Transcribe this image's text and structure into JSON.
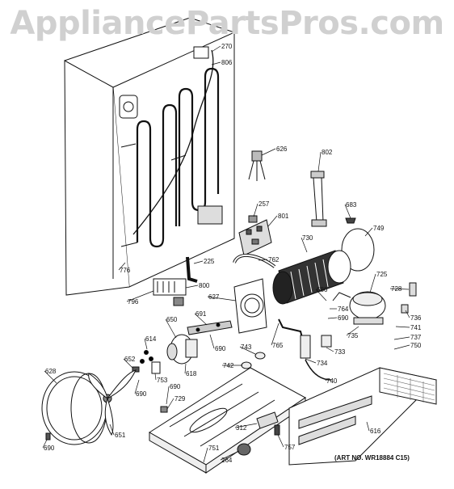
{
  "watermark": "AppliancePartsPros.com",
  "art_number": "(ART NO. WR18884 C15)",
  "callouts": [
    {
      "id": "270",
      "text": "270"
    },
    {
      "id": "806",
      "text": "806"
    },
    {
      "id": "626",
      "text": "626"
    },
    {
      "id": "802",
      "text": "802"
    },
    {
      "id": "257",
      "text": "257"
    },
    {
      "id": "801",
      "text": "801"
    },
    {
      "id": "683",
      "text": "683"
    },
    {
      "id": "749",
      "text": "749"
    },
    {
      "id": "730",
      "text": "730"
    },
    {
      "id": "762",
      "text": "762"
    },
    {
      "id": "225",
      "text": "225"
    },
    {
      "id": "776",
      "text": "776"
    },
    {
      "id": "800",
      "text": "800"
    },
    {
      "id": "796",
      "text": "796"
    },
    {
      "id": "627",
      "text": "627"
    },
    {
      "id": "725",
      "text": "725"
    },
    {
      "id": "728",
      "text": "728"
    },
    {
      "id": "686",
      "text": "686"
    },
    {
      "id": "764",
      "text": "764"
    },
    {
      "id": "690a",
      "text": "690"
    },
    {
      "id": "736",
      "text": "736"
    },
    {
      "id": "741",
      "text": "741"
    },
    {
      "id": "737",
      "text": "737"
    },
    {
      "id": "750",
      "text": "750"
    },
    {
      "id": "735",
      "text": "735"
    },
    {
      "id": "691",
      "text": "691"
    },
    {
      "id": "650",
      "text": "650"
    },
    {
      "id": "614",
      "text": "614"
    },
    {
      "id": "690b",
      "text": "690"
    },
    {
      "id": "765",
      "text": "765"
    },
    {
      "id": "733",
      "text": "733"
    },
    {
      "id": "743",
      "text": "743"
    },
    {
      "id": "742",
      "text": "742"
    },
    {
      "id": "734",
      "text": "734"
    },
    {
      "id": "740",
      "text": "740"
    },
    {
      "id": "652",
      "text": "652"
    },
    {
      "id": "618",
      "text": "618"
    },
    {
      "id": "753",
      "text": "753"
    },
    {
      "id": "628",
      "text": "628"
    },
    {
      "id": "690c",
      "text": "690"
    },
    {
      "id": "690d",
      "text": "690"
    },
    {
      "id": "729",
      "text": "729"
    },
    {
      "id": "651",
      "text": "651"
    },
    {
      "id": "616",
      "text": "616"
    },
    {
      "id": "312",
      "text": "312"
    },
    {
      "id": "757",
      "text": "757"
    },
    {
      "id": "751",
      "text": "751"
    },
    {
      "id": "264",
      "text": "264"
    },
    {
      "id": "690e",
      "text": "690"
    }
  ]
}
